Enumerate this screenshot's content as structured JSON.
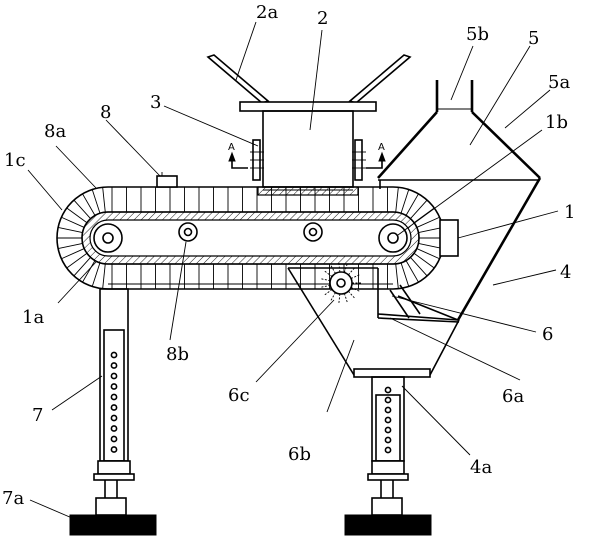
{
  "labels": {
    "l1": "1",
    "l1a": "1a",
    "l1b": "1b",
    "l1c": "1c",
    "l2": "2",
    "l2a": "2a",
    "l3": "3",
    "l4": "4",
    "l4a": "4a",
    "l5": "5",
    "l5a": "5a",
    "l5b": "5b",
    "l6": "6",
    "l6a": "6a",
    "l6b": "6b",
    "l6c": "6c",
    "l7": "7",
    "l7a": "7a",
    "l8": "8",
    "l8a": "8a",
    "l8b": "8b",
    "sectionA": "A"
  },
  "colors": {
    "line": "#000000",
    "background": "#ffffff"
  }
}
